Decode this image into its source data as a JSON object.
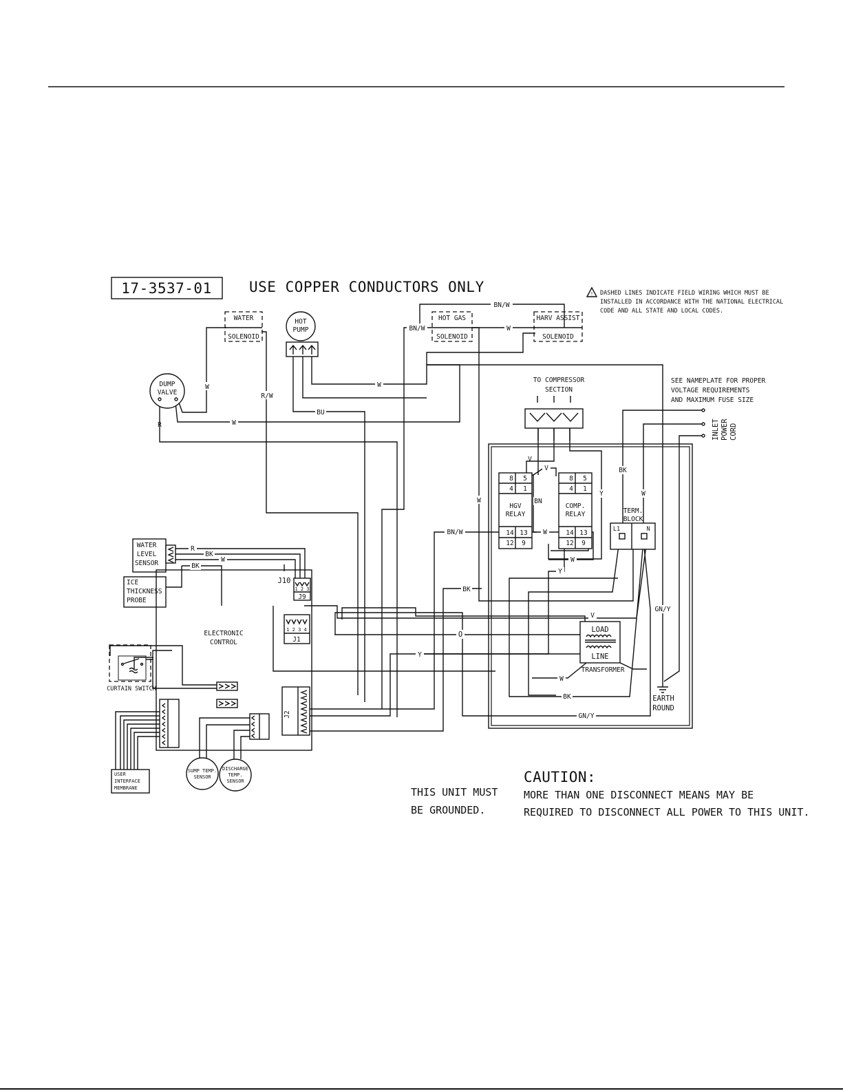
{
  "drawing_number": "17-3537-01",
  "header_note": "USE COPPER CONDUCTORS ONLY",
  "dashed_note": [
    "DASHED LINES INDICATE FIELD WIRING WHICH MUST BE",
    "INSTALLED IN ACCORDANCE WITH THE NATIONAL ELECTRICAL",
    "CODE AND ALL STATE AND LOCAL CODES."
  ],
  "nameplate_note": [
    "SEE NAMEPLATE FOR PROPER",
    "VOLTAGE REQUIREMENTS",
    "AND MAXIMUM FUSE SIZE"
  ],
  "inlet_cord": [
    "INLET",
    "POWER",
    "CORD"
  ],
  "compressor_section": [
    "TO COMPRESSOR",
    "SECTION"
  ],
  "components": {
    "water_solenoid": [
      "WATER",
      "SOLENOID"
    ],
    "hot_pump": [
      "HOT",
      "PUMP"
    ],
    "hot_gas_solenoid": [
      "HOT GAS",
      "SOLENOID"
    ],
    "harv_assist_solenoid": [
      "HARV ASSIST",
      "SOLENOID"
    ],
    "dump_valve": [
      "DUMP",
      "VALVE"
    ],
    "hgv_relay": [
      "HGV",
      "RELAY"
    ],
    "comp_relay": [
      "COMP.",
      "RELAY"
    ],
    "term_block": [
      "TERM.",
      "BLOCK"
    ],
    "term_l1": "L1",
    "term_n": "N",
    "water_level_sensor": [
      "WATER",
      "LEVEL",
      "SENSOR"
    ],
    "ice_thickness_probe": [
      "ICE",
      "THICKNESS",
      "PROBE"
    ],
    "electronic_control": [
      "ELECTRONIC",
      "CONTROL"
    ],
    "curtain_switch": "CURTAIN SWITCH",
    "user_interface": [
      "USER",
      "INTERFACE",
      "MEMBRANE"
    ],
    "sump_temp_sensor": [
      "SUMP TEMP.",
      "SENSOR"
    ],
    "discharge_temp_sensor": [
      "DISCHARGE",
      "TEMP.",
      "SENSOR"
    ],
    "transformer": "TRANSFORMER",
    "load": "LOAD",
    "line": "LINE",
    "earth_ground": [
      "EARTH",
      "ROUND"
    ],
    "j10": "J10",
    "j9": "J9",
    "j1": "J1",
    "j2": "J2",
    "j9_pins": "1 2 3",
    "j1_pins": "1 2 3 4"
  },
  "relay_terminals": {
    "row1": [
      "8",
      "5"
    ],
    "row2": [
      "4",
      "1"
    ],
    "row3": [
      "14",
      "13"
    ],
    "row4": [
      "12",
      "9"
    ]
  },
  "wire_labels": {
    "bn_w": "BN/W",
    "w": "W",
    "r_w": "R/W",
    "r": "R",
    "bu": "BU",
    "bk": "BK",
    "bn": "BN",
    "v": "V",
    "y": "Y",
    "o": "O",
    "gn_y": "GN/Y"
  },
  "ground_note": [
    "THIS UNIT MUST",
    "BE GROUNDED."
  ],
  "caution_title": "CAUTION:",
  "caution_text": [
    "MORE THAN ONE DISCONNECT MEANS MAY BE",
    "REQUIRED TO DISCONNECT ALL POWER TO THIS UNIT."
  ]
}
